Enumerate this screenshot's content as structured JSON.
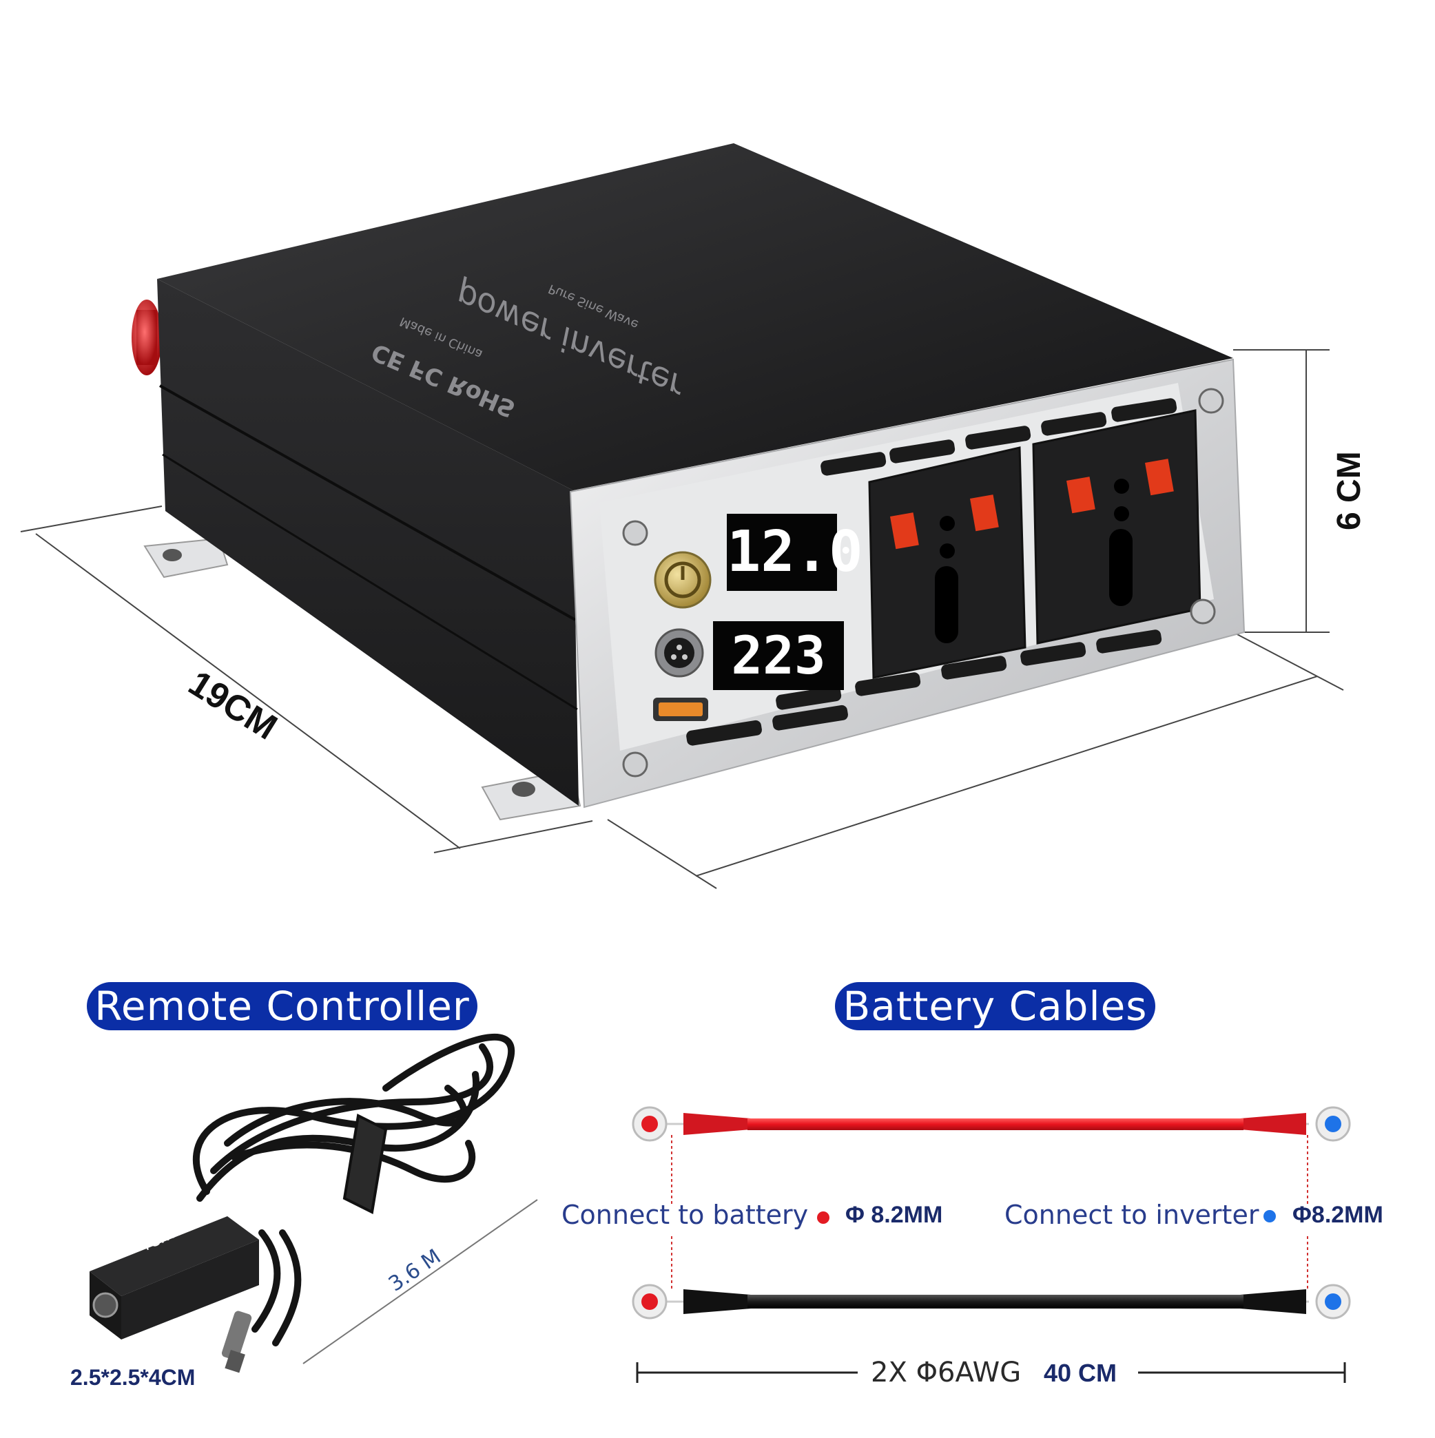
{
  "product": {
    "top_brand": "power inverter",
    "top_subtitle": "Pure Sine Wave",
    "cert_marks": "CE FC RoHS",
    "made_in": "Made in China",
    "display_voltage": "12.0",
    "display_ac": "223"
  },
  "dimensions": {
    "depth": "19CM",
    "height": "6 CM"
  },
  "remote_section": {
    "title": "Remote Controller",
    "device_text": "remote",
    "cable_length": "3.6 M",
    "size": "2.5*2.5*4CM"
  },
  "cables_section": {
    "title": "Battery Cables",
    "left_label": "Connect to battery",
    "left_spec": "Φ 8.2MM",
    "right_label": "Connect to inverter",
    "right_spec": "Φ8.2MM",
    "bottom_spec_prefix": "2X Φ6AWG",
    "bottom_length": "40 CM"
  },
  "colors": {
    "pill_bg": "#0b2ea6",
    "red_cable": "#e8141e",
    "black_cable": "#1a1a1a",
    "red_dot": "#e31b23",
    "blue_dot": "#1e73e8",
    "housing": "#2a2a2c",
    "frame": "#d9dadc"
  }
}
